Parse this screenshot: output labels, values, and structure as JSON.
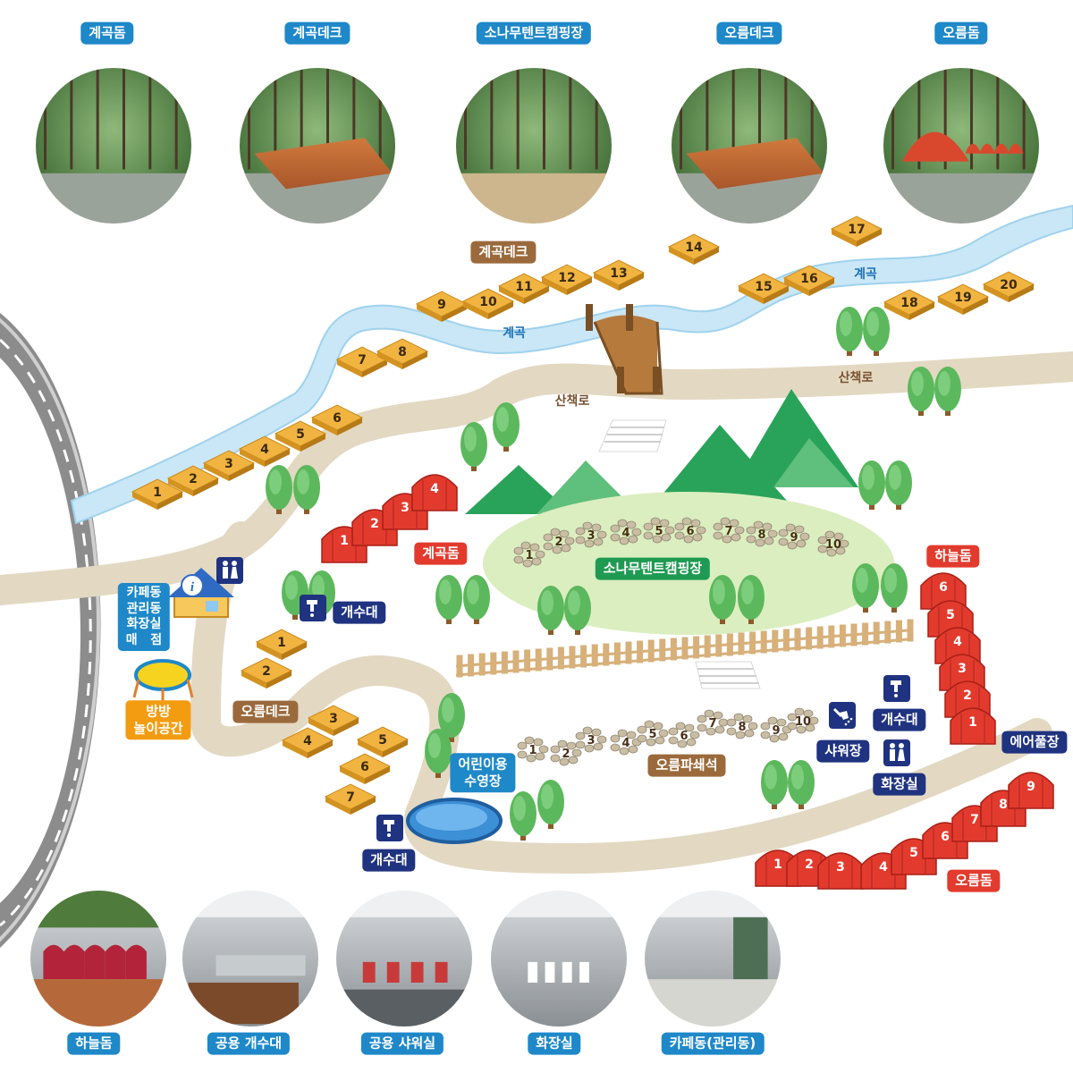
{
  "top_photos": [
    {
      "label": "계곡돔"
    },
    {
      "label": "계곡데크"
    },
    {
      "label": "소나무텐트캠핑장"
    },
    {
      "label": "오름데크"
    },
    {
      "label": "오름돔"
    }
  ],
  "bottom_photos": [
    {
      "label": "하늘돔"
    },
    {
      "label": "공용 개수대"
    },
    {
      "label": "공용 샤워실"
    },
    {
      "label": "화장실"
    },
    {
      "label": "카페동(관리동)"
    }
  ],
  "map_labels": {
    "stream_deck": "계곡데크",
    "stream_1": "계곡",
    "stream_2": "계곡",
    "trail_1": "산책로",
    "trail_2": "산책로",
    "valley_dome": "계곡돔",
    "pine_camp": "소나무텐트캠핑장",
    "sky_dome": "하늘돔",
    "oreum_deck": "오름데크",
    "oreum_gravel": "오름파쇄석",
    "oreum_dome": "오름돔",
    "kids_pool": "어린이용\n수영장",
    "sink_1": "개수대",
    "sink_2": "개수대",
    "sink_3": "개수대",
    "shower": "샤워장",
    "toilet": "화장실",
    "air_pool": "에어풀장",
    "cafe": "카페동\n관리동\n화장실\n매   점",
    "trampoline": "방방\n놀이공간"
  },
  "stream_decks": [
    "1",
    "2",
    "3",
    "4",
    "5",
    "6",
    "7",
    "8",
    "9",
    "10",
    "11",
    "12",
    "13",
    "14",
    "15",
    "16",
    "17",
    "18",
    "19",
    "20"
  ],
  "valley_domes": [
    "1",
    "2",
    "3",
    "4"
  ],
  "pine_sites": [
    "1",
    "2",
    "3",
    "4",
    "5",
    "6",
    "7",
    "8",
    "9",
    "10"
  ],
  "sky_domes": [
    "6",
    "5",
    "4",
    "3",
    "2",
    "1"
  ],
  "oreum_decks": [
    "1",
    "2",
    "3",
    "4",
    "5",
    "6",
    "7"
  ],
  "gravel_sites": [
    "1",
    "2",
    "3",
    "4",
    "5",
    "6",
    "7",
    "8",
    "9",
    "10"
  ],
  "oreum_domes": [
    "1",
    "2",
    "3",
    "4",
    "5",
    "6",
    "7",
    "8",
    "9"
  ],
  "colors": {
    "stream": "#c9e7f6",
    "path": "#e3d8c2",
    "deck": "#f2b441",
    "dome": "#e23b2e",
    "mountain": "#2aa35a",
    "lawn": "#dbeec0",
    "road": "#8c8c8c"
  },
  "icons": [
    "info-house-icon",
    "toilet-icon",
    "sink-icon",
    "shower-icon",
    "pool-icon",
    "trampoline-icon",
    "tree-icon",
    "bridge-icon",
    "stairs-icon",
    "fence-icon"
  ]
}
